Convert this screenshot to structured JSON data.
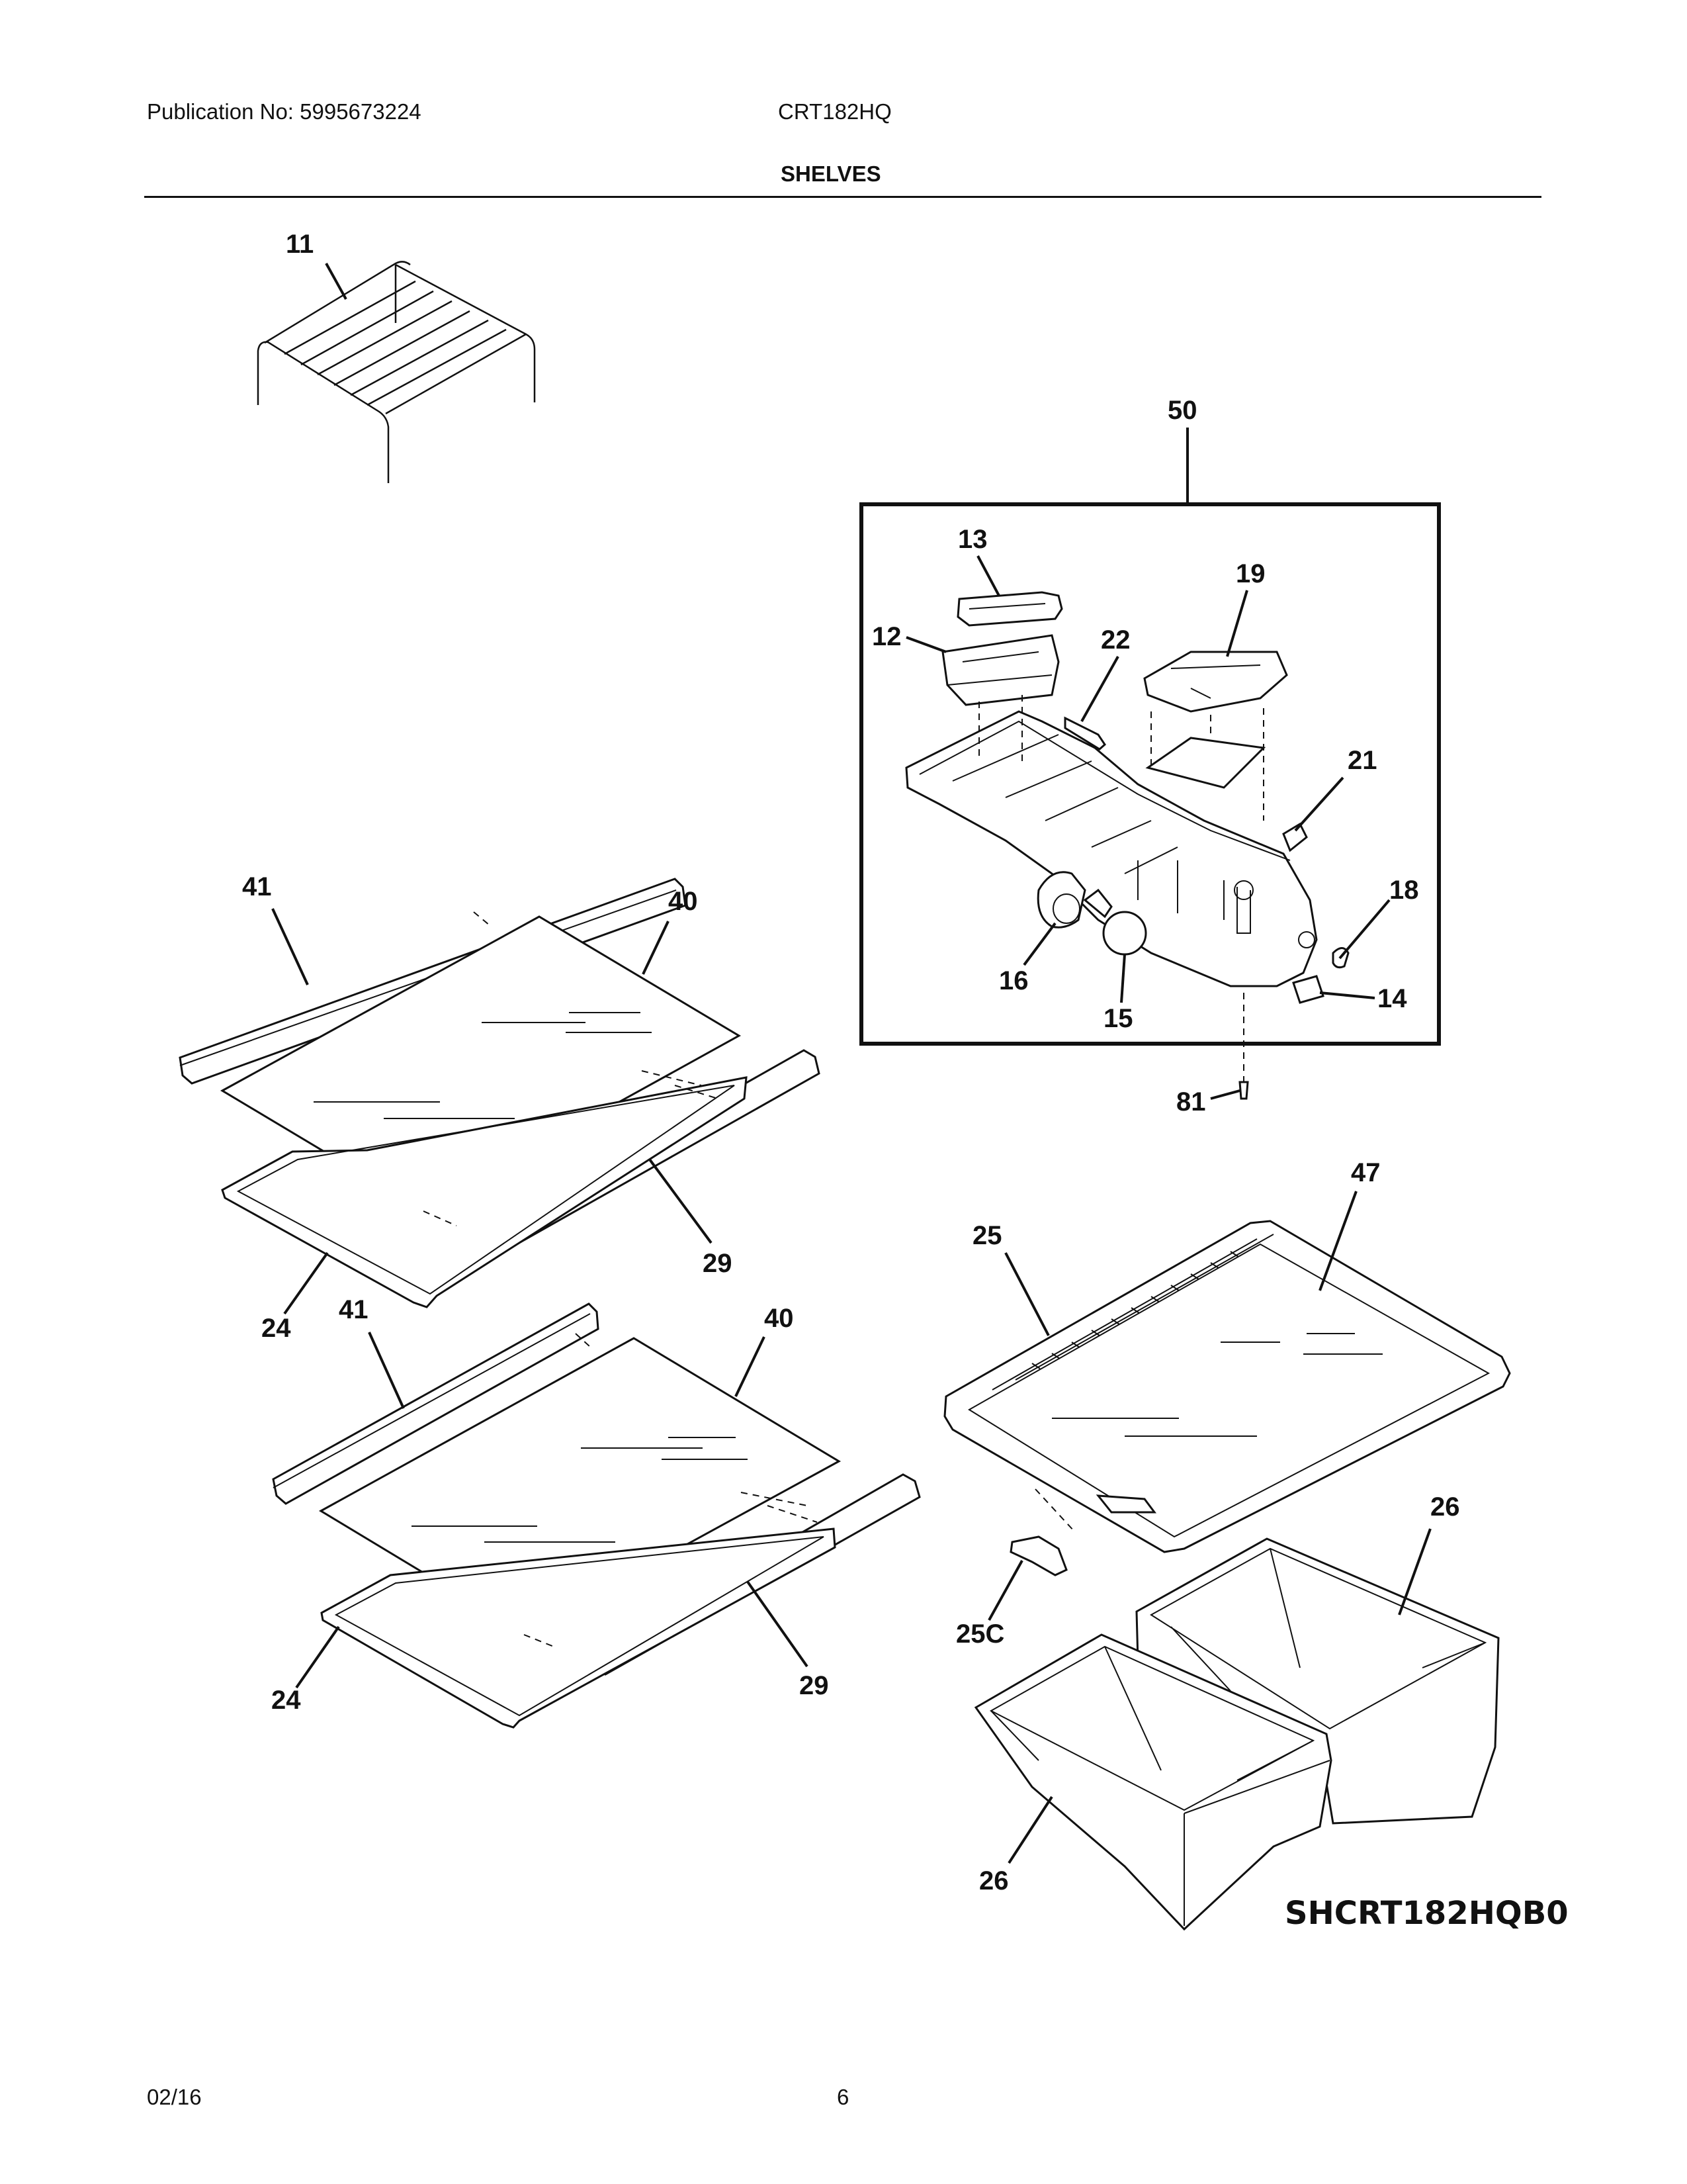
{
  "header": {
    "publication": "Publication No: 5995673224",
    "model": "CRT182HQ",
    "section": "SHELVES"
  },
  "footer": {
    "date": "02/16",
    "page": "6"
  },
  "diagram": {
    "image_code": "SHCRT182HQB0",
    "callouts": {
      "c11": "11",
      "c50": "50",
      "c13": "13",
      "c19": "19",
      "c12": "12",
      "c22": "22",
      "c21": "21",
      "c18": "18",
      "c16": "16",
      "c14": "14",
      "c15": "15",
      "c81": "81",
      "c41a": "41",
      "c40a": "40",
      "c29a": "29",
      "c24a": "24",
      "c41b": "41",
      "c40b": "40",
      "c29b": "29",
      "c24b": "24",
      "c47": "47",
      "c25": "25",
      "c26a": "26",
      "c25c": "25C",
      "c26b": "26"
    }
  }
}
